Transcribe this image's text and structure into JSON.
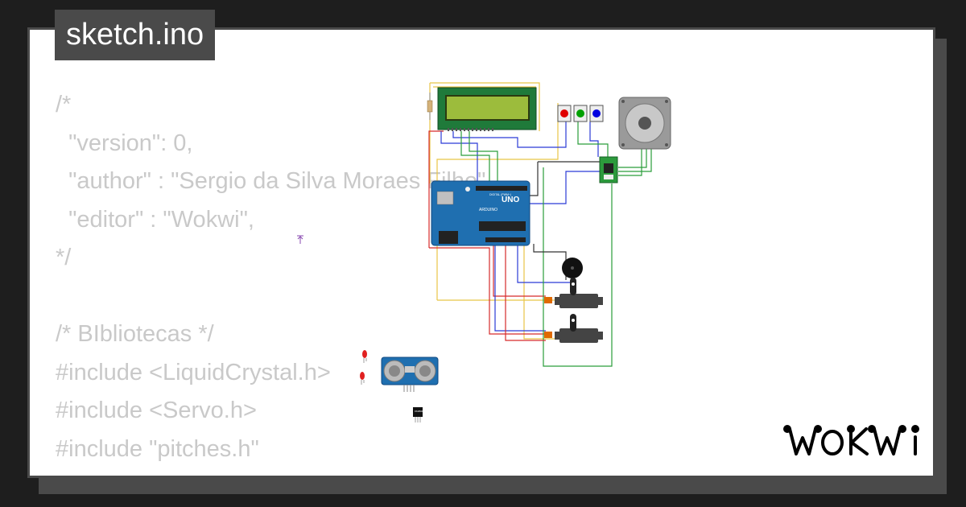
{
  "header": {
    "filename": "sketch.ino"
  },
  "code_lines": [
    "/*",
    "  \"version\": 0,",
    "  \"author\" : \"Sergio da Silva Moraes Filho\",",
    "  \"editor\" : \"Wokwi\",",
    "*/",
    "",
    "/* BIbliotecas */",
    "#include <LiquidCrystal.h>",
    "#include <Servo.h>",
    "#include \"pitches.h\""
  ],
  "circuit": {
    "components": [
      "lcd-1602",
      "arduino-uno",
      "push-buttons-rgb",
      "stepper-motor",
      "stepper-driver",
      "buzzer",
      "servo-motor-1",
      "servo-motor-2",
      "ultrasonic-sensor",
      "red-led-1",
      "red-led-2",
      "temperature-sensor",
      "resistor",
      "antenna-icon"
    ],
    "button_colors": [
      "#e00000",
      "#00a000",
      "#0000e0"
    ],
    "wire_colors": [
      "#e8c547",
      "#2a9d3a",
      "#2b3bd6",
      "#d62b2b",
      "#333333",
      "#e06a00"
    ],
    "arduino_labels": {
      "brand": "UNO",
      "sub": "ARDUINO",
      "digital": "DIGITAL (PWM~)"
    },
    "sensor_label": "DS18B20"
  },
  "brand": {
    "logo_text": "WOKWi",
    "accent": "#000000"
  }
}
